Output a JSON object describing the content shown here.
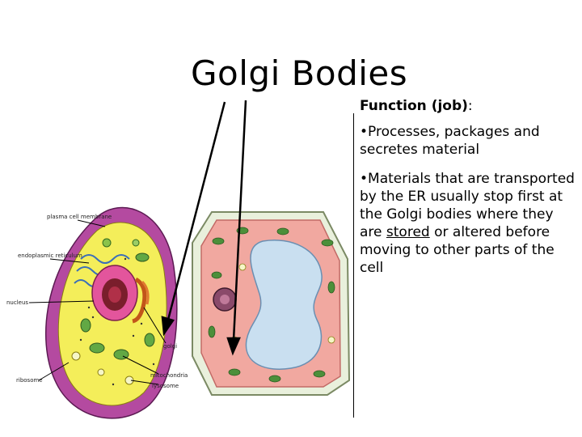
{
  "title": "Golgi Bodies",
  "function": {
    "heading": "Function (job)",
    "colon": ":"
  },
  "bullets": [
    {
      "text": "•Processes, packages and secretes material"
    },
    {
      "before": "•Materials that are transported by the ER usually stop first at the Golgi bodies where they are ",
      "underlined": "stored",
      "after": " or altered before moving to other parts of the cell"
    }
  ],
  "animal_cell_labels": {
    "plasma_membrane": "plasma cell membrane",
    "endoplasmic_reticulum": "endoplasmic reticulum",
    "nucleus": "nucleus",
    "golgi": "golgi",
    "ribosome": "ribosome",
    "mitochondria": "mitochondria",
    "lysosome": "lysosome"
  }
}
